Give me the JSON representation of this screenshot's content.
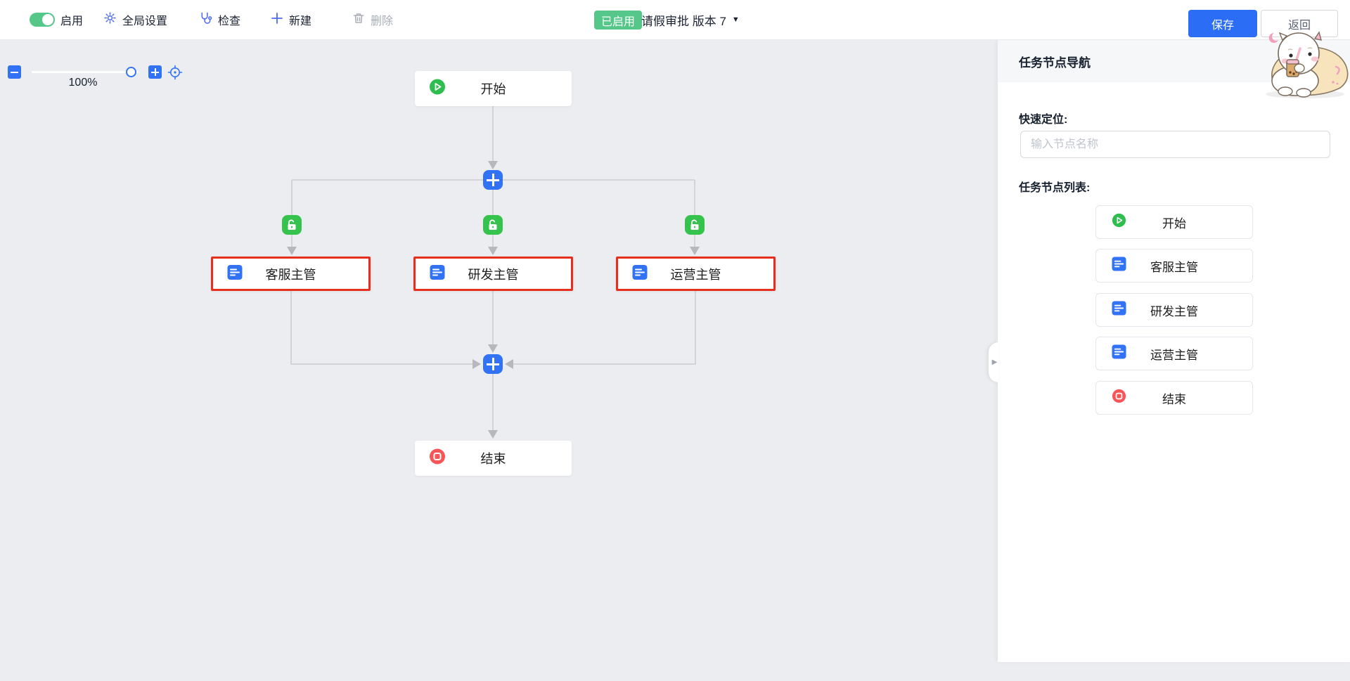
{
  "toolbar": {
    "enable_label": "启用",
    "global_settings_label": "全局设置",
    "check_label": "检查",
    "new_label": "新建",
    "delete_label": "删除",
    "status_badge": "已启用",
    "workflow_title": "请假审批 版本 7",
    "version_caret": "▼",
    "save_label": "保存",
    "back_label": "返回"
  },
  "canvas": {
    "zoom_percent": "100%",
    "nodes": {
      "start": "开始",
      "task1": "客服主管",
      "task2": "研发主管",
      "task3": "运营主管",
      "end": "结束"
    }
  },
  "sidebar": {
    "title": "任务节点导航",
    "quick_locate_label": "快速定位:",
    "search_placeholder": "输入节点名称",
    "list_label": "任务节点列表:",
    "items": [
      {
        "label": "开始",
        "icon": "start-icon"
      },
      {
        "label": "客服主管",
        "icon": "task-icon"
      },
      {
        "label": "研发主管",
        "icon": "task-icon"
      },
      {
        "label": "运营主管",
        "icon": "task-icon"
      },
      {
        "label": "结束",
        "icon": "end-icon"
      }
    ],
    "collapse_caret": "▶"
  },
  "colors": {
    "primary_blue": "#3273f5",
    "toolbar_icon_blue": "#4a69f8",
    "status_green": "#55c789",
    "start_green": "#2ebd4e",
    "lock_green": "#35c24d",
    "end_red": "#f85558",
    "selection_red": "#e5301d",
    "canvas_bg": "#ebedf0",
    "edge_grey": "#c9cbce",
    "text_dark": "#1c2333"
  }
}
